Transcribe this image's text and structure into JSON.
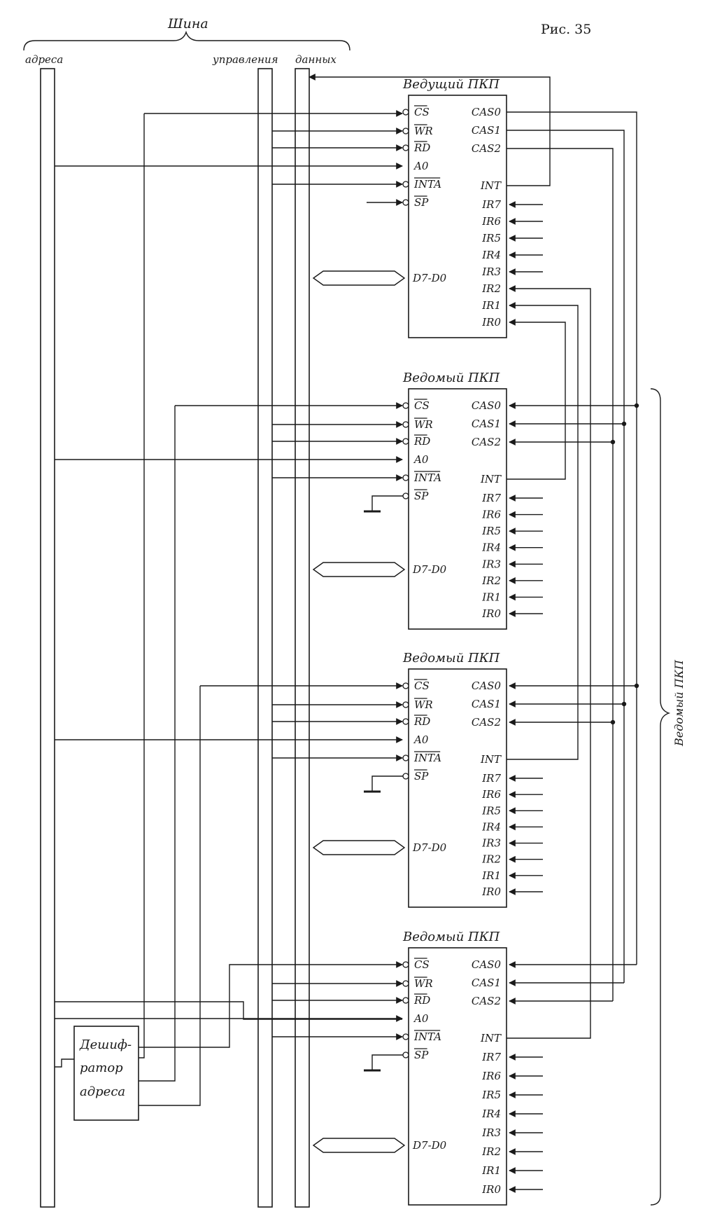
{
  "figure_label": "Рис. 35",
  "bus": {
    "title": "Шина",
    "address_label": "адреса",
    "control_label": "управления",
    "data_label": "данных"
  },
  "decoder": {
    "lines": [
      "Дешиф-",
      "ратор",
      "адреса"
    ]
  },
  "slave_group_label": "Ведомый ПКП",
  "chips": [
    {
      "title": "Ведущий ПКП",
      "left_pins": [
        "CS",
        "WR",
        "RD",
        "A0",
        "INTA",
        "SP"
      ],
      "data_pin": "D7-D0",
      "right_pins": [
        "CAS0",
        "CAS1",
        "CAS2",
        "INT",
        "IR7",
        "IR6",
        "IR5",
        "IR4",
        "IR3",
        "IR2",
        "IR1",
        "IR0"
      ]
    },
    {
      "title": "Ведомый ПКП",
      "left_pins": [
        "CS",
        "WR",
        "RD",
        "A0",
        "INTA",
        "SP"
      ],
      "data_pin": "D7-D0",
      "right_pins": [
        "CAS0",
        "CAS1",
        "CAS2",
        "INT",
        "IR7",
        "IR6",
        "IR5",
        "IR4",
        "IR3",
        "IR2",
        "IR1",
        "IR0"
      ]
    },
    {
      "title": "Ведомый ПКП",
      "left_pins": [
        "CS",
        "WR",
        "RD",
        "A0",
        "INTA",
        "SP"
      ],
      "data_pin": "D7-D0",
      "right_pins": [
        "CAS0",
        "CAS1",
        "CAS2",
        "INT",
        "IR7",
        "IR6",
        "IR5",
        "IR4",
        "IR3",
        "IR2",
        "IR1",
        "IR0"
      ]
    },
    {
      "title": "Ведомый ПКП",
      "left_pins": [
        "CS",
        "WR",
        "RD",
        "A0",
        "INTA",
        "SP"
      ],
      "data_pin": "D7-D0",
      "right_pins": [
        "CAS0",
        "CAS1",
        "CAS2",
        "INT",
        "IR7",
        "IR6",
        "IR5",
        "IR4",
        "IR3",
        "IR2",
        "IR1",
        "IR0"
      ]
    }
  ],
  "colors": {
    "ink": "#1a1a1a",
    "paper": "#ffffff"
  }
}
